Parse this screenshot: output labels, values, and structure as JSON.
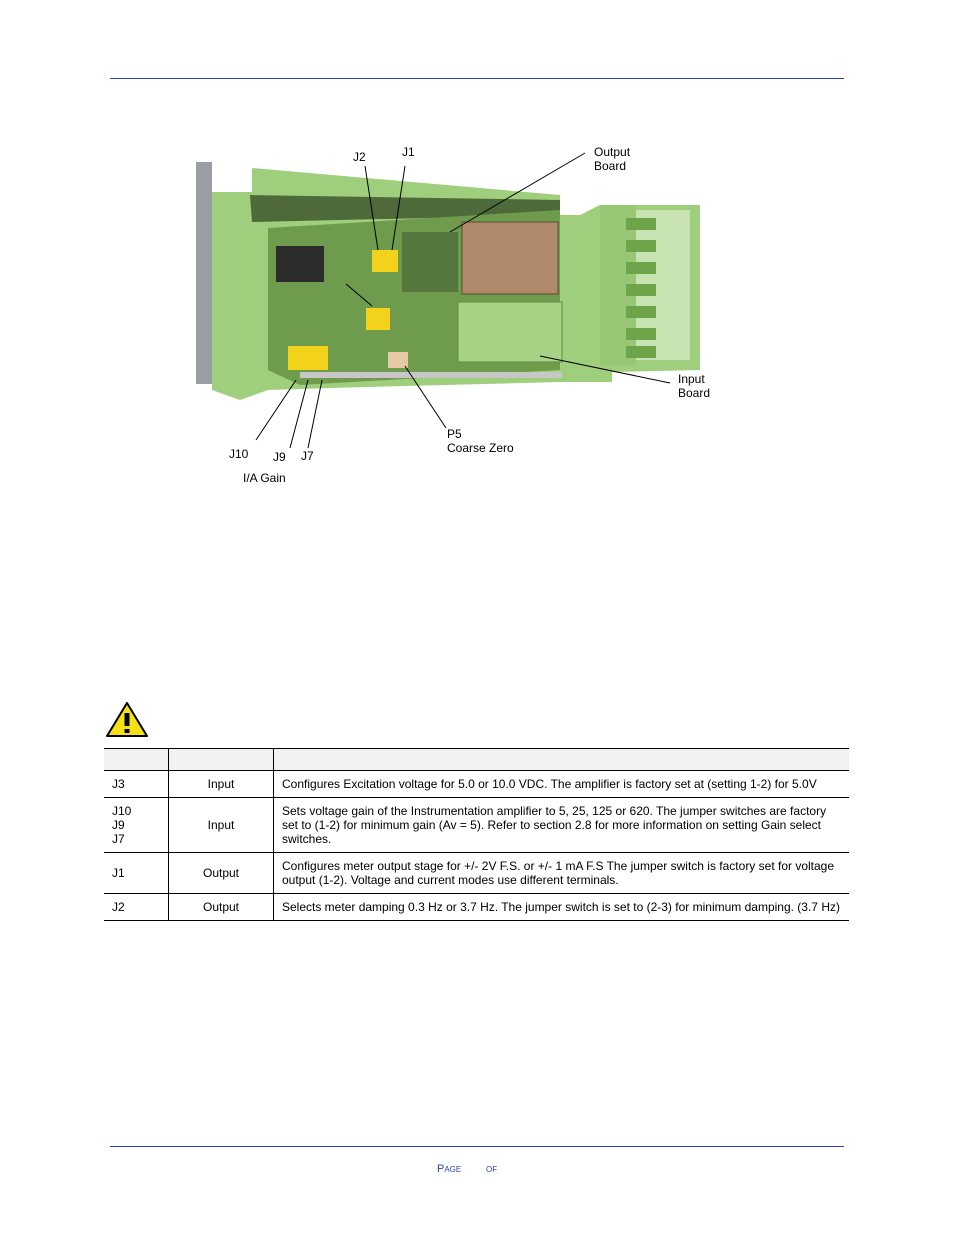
{
  "figure": {
    "callouts": {
      "j2": "J2",
      "j1": "J1",
      "output_board": "Output\nBoard",
      "input_board": "Input\nBoard",
      "p5": "P5\nCoarse Zero",
      "j10": "J10",
      "j9": "J9",
      "j7": "J7",
      "ia_gain": "I/A Gain"
    }
  },
  "table": {
    "rows": [
      {
        "jumper": "J3",
        "board": "Input",
        "description": "Configures Excitation voltage for 5.0 or 10.0 VDC. The amplifier is factory set at  (setting 1-2) for 5.0V"
      },
      {
        "jumper": "J10\nJ9\nJ7",
        "board": "Input",
        "description": "Sets voltage gain of the Instrumentation amplifier to 5, 25, 125 or 620. The jumper switches are factory set to (1-2) for minimum gain (Av = 5). Refer to section 2.8 for more information on setting Gain select switches."
      },
      {
        "jumper": "J1",
        "board": "Output",
        "description": "Configures meter output stage for +/- 2V F.S.  or +/- 1 mA F.S  The jumper switch is factory set for voltage output (1-2). Voltage and current modes use different terminals."
      },
      {
        "jumper": "J2",
        "board": "Output",
        "description": "Selects meter damping 0.3 Hz or 3.7 Hz. The jumper switch is set to (2-3) for minimum damping. (3.7 Hz)"
      }
    ]
  },
  "footer": {
    "page_label": "Page",
    "of_label": "of"
  },
  "colors": {
    "rule": "#2b3fb0",
    "board_green": "#8fbf6a",
    "housing_green": "#9fcf7d",
    "jumper_yellow": "#f2d21b"
  }
}
